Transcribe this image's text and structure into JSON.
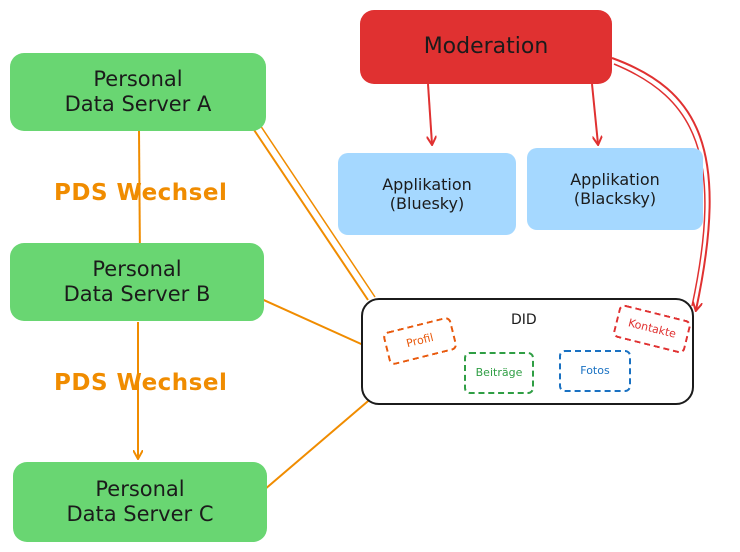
{
  "nodes": {
    "pds_a": {
      "line1": "Personal",
      "line2": "Data Server A"
    },
    "pds_b": {
      "line1": "Personal",
      "line2": "Data Server B"
    },
    "pds_c": {
      "line1": "Personal",
      "line2": "Data Server C"
    },
    "moderation": {
      "label": "Moderation"
    },
    "app_bluesky": {
      "line1": "Applikation",
      "line2": "(Bluesky)"
    },
    "app_blacksky": {
      "line1": "Applikation",
      "line2": "(Blacksky)"
    },
    "did": {
      "title": "DID",
      "chips": {
        "profil": "Profil",
        "beitraege": "Beiträge",
        "fotos": "Fotos",
        "kontakte": "Kontakte"
      }
    }
  },
  "edge_labels": {
    "wechsel_1": "PDS Wechsel",
    "wechsel_2": "PDS Wechsel"
  },
  "colors": {
    "pds_fill": "#69d672",
    "app_fill": "#a5d8ff",
    "moderation_fill": "#e03131",
    "orange_arrow": "#f08c00",
    "red_arrow": "#e03131",
    "chip_profil": "#e8590c",
    "chip_beitraege": "#2f9e44",
    "chip_fotos": "#1971c2",
    "chip_kontakte": "#e03131"
  }
}
